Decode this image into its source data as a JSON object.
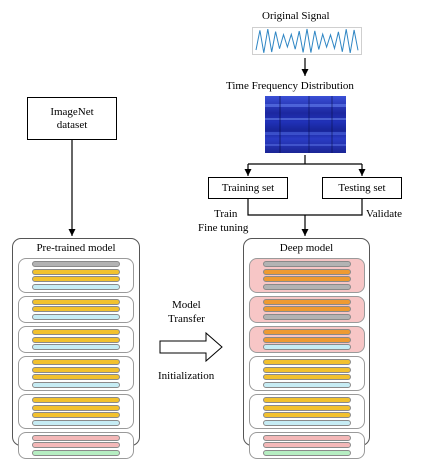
{
  "signal": {
    "title": "Original Signal"
  },
  "tfd": {
    "title": "Time Frequency Distribution"
  },
  "imagenet": {
    "line1": "ImageNet",
    "line2": "dataset"
  },
  "training_set": {
    "label": "Training set"
  },
  "testing_set": {
    "label": "Testing set"
  },
  "train_label": "Train",
  "validate_label": "Validate",
  "fine_tuning_label": "Fine tuning",
  "pretrained": {
    "title": "Pre-trained model",
    "groups": [
      {
        "fill": "#ffffff",
        "layers": [
          "gray",
          "yellow",
          "yellow",
          "cyan"
        ]
      },
      {
        "fill": "#ffffff",
        "layers": [
          "yellow",
          "yellow",
          "cyan"
        ]
      },
      {
        "fill": "#ffffff",
        "layers": [
          "yellow",
          "yellow",
          "cyan"
        ]
      },
      {
        "fill": "#ffffff",
        "layers": [
          "yellow",
          "yellow",
          "yellow",
          "cyan"
        ]
      },
      {
        "fill": "#ffffff",
        "layers": [
          "yellow",
          "yellow",
          "yellow",
          "cyan"
        ]
      },
      {
        "fill": "#ffffff",
        "layers": [
          "pink",
          "pink",
          "green"
        ]
      }
    ]
  },
  "deep": {
    "title": "Deep model",
    "groups": [
      {
        "fill": "#f7c6c6",
        "layers": [
          "gray",
          "orange",
          "orange",
          "gray"
        ]
      },
      {
        "fill": "#f7c6c6",
        "layers": [
          "orange",
          "orange",
          "gray"
        ]
      },
      {
        "fill": "#f7c6c6",
        "layers": [
          "orange",
          "orange",
          "cyan"
        ]
      },
      {
        "fill": "#ffffff",
        "layers": [
          "yellow",
          "yellow",
          "yellow",
          "cyan"
        ]
      },
      {
        "fill": "#ffffff",
        "layers": [
          "yellow",
          "yellow",
          "yellow",
          "cyan"
        ]
      },
      {
        "fill": "#ffffff",
        "layers": [
          "pink",
          "pink",
          "green"
        ]
      }
    ]
  },
  "transfer": {
    "line1": "Model",
    "line2": "Transfer",
    "line3": "Initialization"
  },
  "colors": {
    "gray": "#b3b3b3",
    "yellow": "#f2c12e",
    "cyan": "#c6ecf4",
    "orange": "#ee9a32",
    "pink": "#f4b8b8",
    "green": "#b6eec2",
    "wave": "#2f86c4",
    "tfd_bg": "#1d2aa6"
  }
}
